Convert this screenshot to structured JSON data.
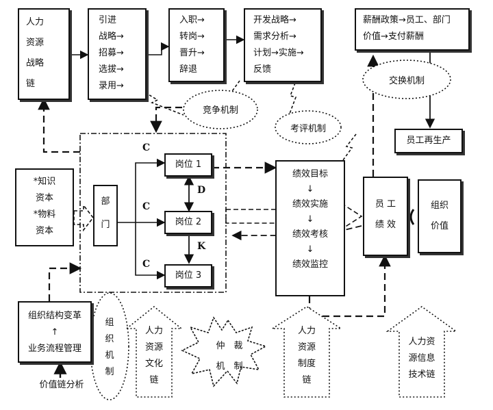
{
  "nodes": {
    "chain_strategy": [
      "人力",
      "资源",
      "战略",
      "链"
    ],
    "acquire": [
      "引进",
      "战略→",
      "招募→",
      "选拔→",
      "录用→"
    ],
    "move": [
      "入职→",
      "转岗→",
      "晋升→",
      "辞退"
    ],
    "develop": [
      "开发战略→",
      "需求分析→",
      "计划→实施→",
      "反馈"
    ],
    "pay_policy": [
      "薪酬政策→员工、部门",
      "价值→支付薪酬"
    ],
    "reproduce": "员工再生产",
    "capital": [
      "*知识",
      "资本",
      "*物料",
      "资本"
    ],
    "dept": [
      "部",
      "门"
    ],
    "post1": "岗位 1",
    "post2": "岗位 2",
    "post3": "岗位 3",
    "perf_steps": [
      "绩效目标",
      "↓",
      "绩效实施",
      "↓",
      "绩效考核",
      "↓",
      "绩效监控"
    ],
    "emp_perf": [
      "员  工",
      "绩  效"
    ],
    "org_value": [
      "组织",
      "价值"
    ],
    "org_change": [
      "组织结构变革",
      "↑",
      "业务流程管理"
    ],
    "value_chain": "价值链分析"
  },
  "letters": {
    "c1": "C",
    "c2": "C",
    "c3": "C",
    "d": "D",
    "k": "K"
  },
  "mechanisms": {
    "competition": "竞争机制",
    "evaluation": "考评机制",
    "exchange": "交换机制",
    "organization": [
      "组",
      "织",
      "机",
      "制"
    ],
    "arbitration": [
      "仲",
      "裁",
      "机",
      "制"
    ]
  },
  "bottom_chains": {
    "culture": [
      "人力",
      "资源",
      "文化",
      "链"
    ],
    "system": [
      "人力",
      "资源",
      "制度",
      "链"
    ],
    "info": [
      "人力资",
      "源信息",
      "技术链"
    ]
  }
}
